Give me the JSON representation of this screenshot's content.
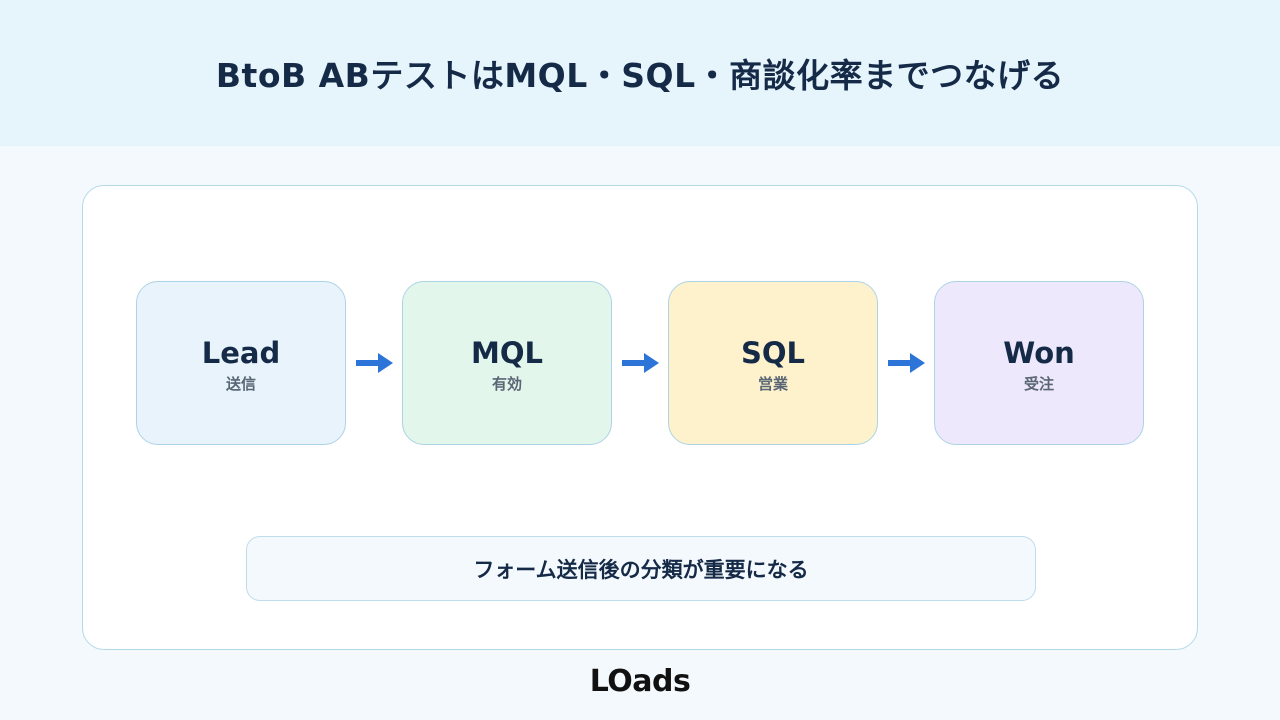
{
  "header": {
    "title": "BtoB ABテストはMQL・SQL・商談化率までつなげる"
  },
  "stages": [
    {
      "name": "Lead",
      "sub": "送信",
      "color": "#e8f3fc"
    },
    {
      "name": "MQL",
      "sub": "有効",
      "color": "#e3f6ec"
    },
    {
      "name": "SQL",
      "sub": "営業",
      "color": "#fdf2cc"
    },
    {
      "name": "Won",
      "sub": "受注",
      "color": "#eee8fc"
    }
  ],
  "note": {
    "text": "フォーム送信後の分類が重要になる"
  },
  "brand": {
    "logo": "LOads",
    "arrow_color": "#2d74d8"
  }
}
